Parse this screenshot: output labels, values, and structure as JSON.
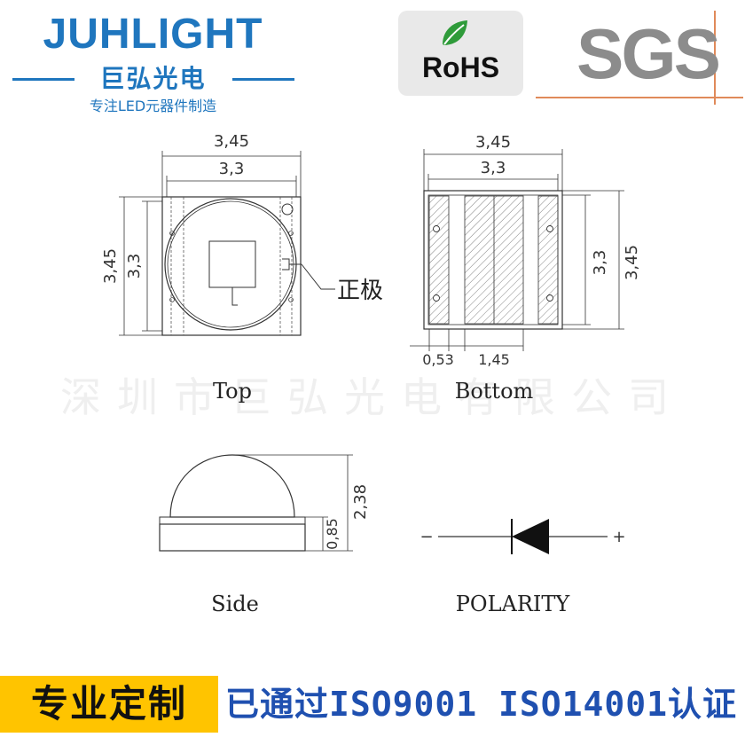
{
  "brand": {
    "name": "JUHLIGHT",
    "name_cn": "巨弘光电",
    "tagline": "专注LED元器件制造",
    "color": "#1f76be"
  },
  "certifications": {
    "rohs_label": "RoHS",
    "sgs_label": "SGS"
  },
  "watermark": "深圳市巨弘光电有限公司",
  "diagram": {
    "top_view": {
      "label": "Top",
      "width_outer": "3,45",
      "width_inner": "3,3",
      "height_outer": "3,45",
      "height_inner": "3,3",
      "anode_label": "正极"
    },
    "bottom_view": {
      "label": "Bottom",
      "width_outer": "3,45",
      "width_inner": "3,3",
      "height_inner": "3,3",
      "height_outer": "3,45",
      "pad_width": "0,53",
      "pad_gap": "1,45"
    },
    "side_view": {
      "label": "Side",
      "height_total": "2,38",
      "base_height": "0,85"
    },
    "polarity": {
      "label": "POLARITY",
      "negative": "−",
      "positive": "+"
    }
  },
  "footer": {
    "badge": "专业定制",
    "badge_color": "#ffc400",
    "cert_text": "已通过ISO9001 ISO14001认证",
    "cert_color": "#1f50b0"
  }
}
